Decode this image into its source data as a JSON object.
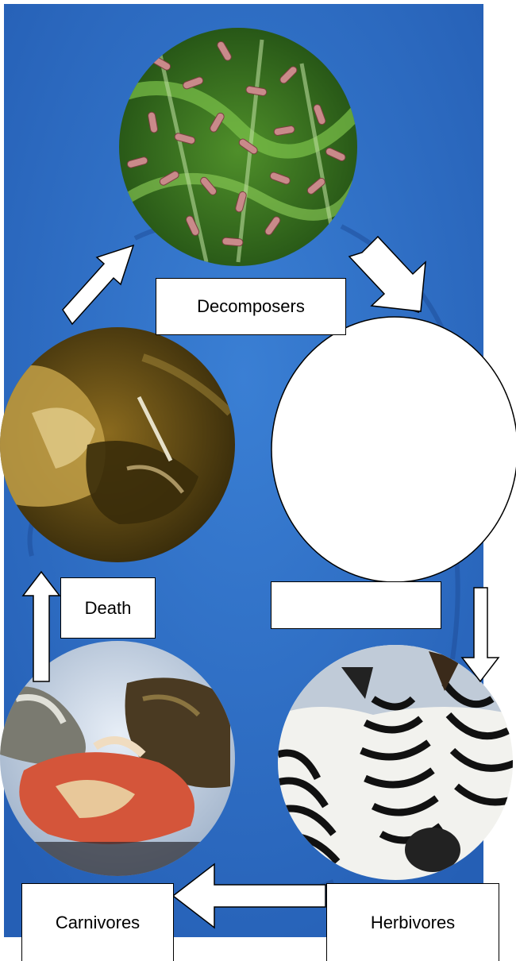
{
  "diagram": {
    "background_color": "#2f6fc6",
    "labels": {
      "decomposers": "Decomposers",
      "death": "Death",
      "carnivores": "Carnivores",
      "herbivores": "Herbivores",
      "blank_label": ""
    },
    "photos": {
      "decomposers": "bacteria-micrograph",
      "death": "decaying-carcass",
      "carnivores": "wolves-feeding",
      "herbivores": "zebra"
    },
    "blank_circle": "",
    "colors": {
      "box_fill": "#ffffff",
      "box_stroke": "#000000",
      "arrow_fill": "#ffffff"
    }
  }
}
